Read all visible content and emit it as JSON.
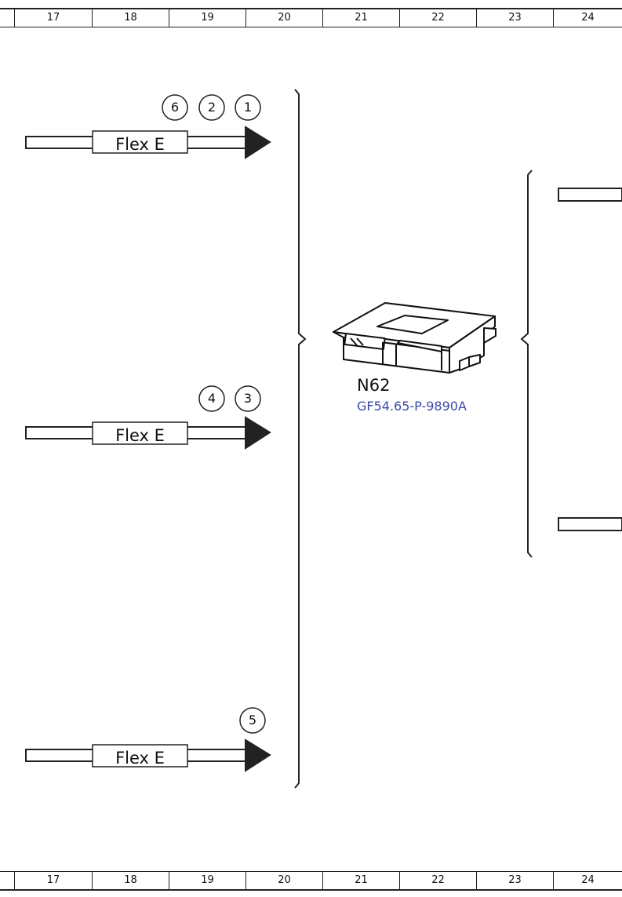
{
  "ruler": {
    "columns": [
      "17",
      "18",
      "19",
      "20",
      "21",
      "22",
      "23",
      "24"
    ]
  },
  "connectors": [
    {
      "label": "Flex E",
      "callouts": [
        "6",
        "2",
        "1"
      ]
    },
    {
      "label": "Flex E",
      "callouts": [
        "4",
        "3"
      ]
    },
    {
      "label": "Flex E",
      "callouts": [
        "5"
      ]
    }
  ],
  "component": {
    "code": "N62",
    "reference": "GF54.65-P-9890A",
    "icon": "control-unit-icon"
  },
  "colors": {
    "line": "#222222",
    "reference_link": "#3a49a8"
  }
}
